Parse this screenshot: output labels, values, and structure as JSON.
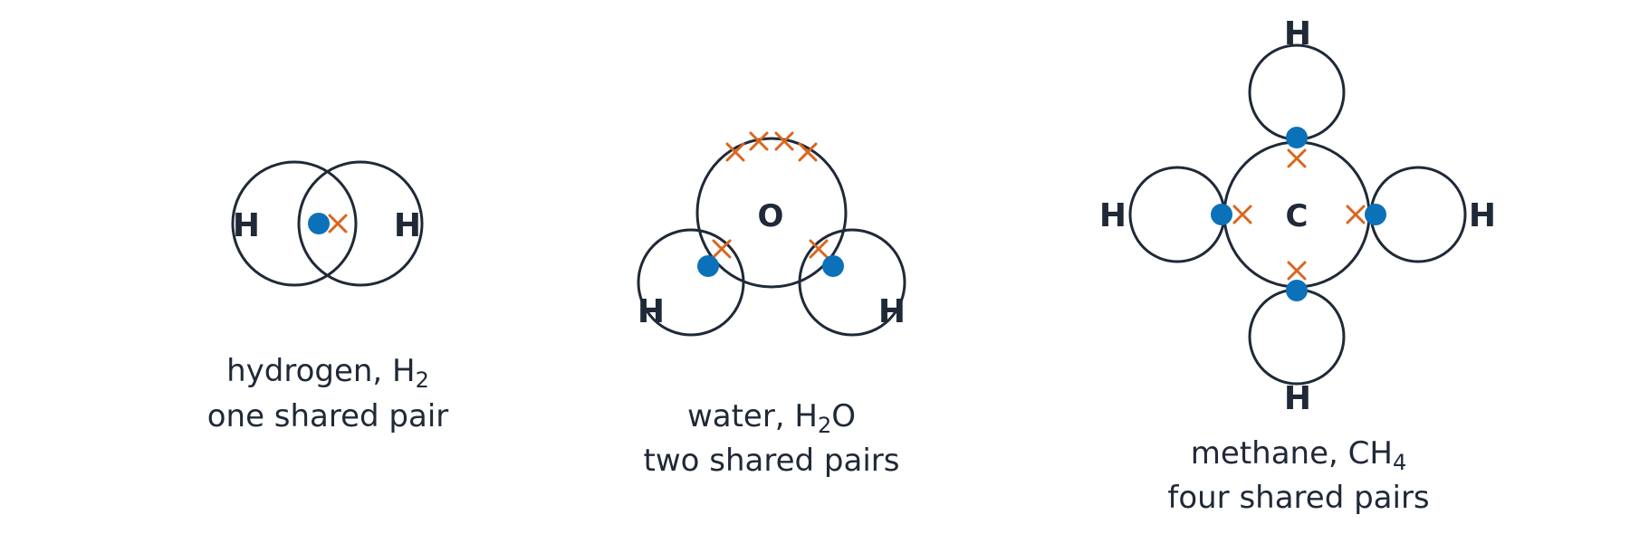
{
  "colors": {
    "shell": "#1f2937",
    "dot_electron": "#0b72b9",
    "cross_electron": "#d9661f",
    "background": "#ffffff"
  },
  "molecules": [
    {
      "id": "hydrogen",
      "atoms": {
        "left": "H",
        "right": "H"
      },
      "caption": {
        "name": "hydrogen, H",
        "subscript": "2",
        "after": "",
        "subtitle": "one shared pair"
      }
    },
    {
      "id": "water",
      "atoms": {
        "center": "O",
        "left": "H",
        "right": "H"
      },
      "caption": {
        "name": "water, H",
        "subscript": "2",
        "after": "O",
        "subtitle": "two shared pairs"
      }
    },
    {
      "id": "methane",
      "atoms": {
        "center": "C",
        "top": "H",
        "left": "H",
        "right": "H",
        "bottom": "H"
      },
      "caption": {
        "name": "methane, CH",
        "subscript": "4",
        "after": "",
        "subtitle": "four shared pairs"
      }
    }
  ]
}
